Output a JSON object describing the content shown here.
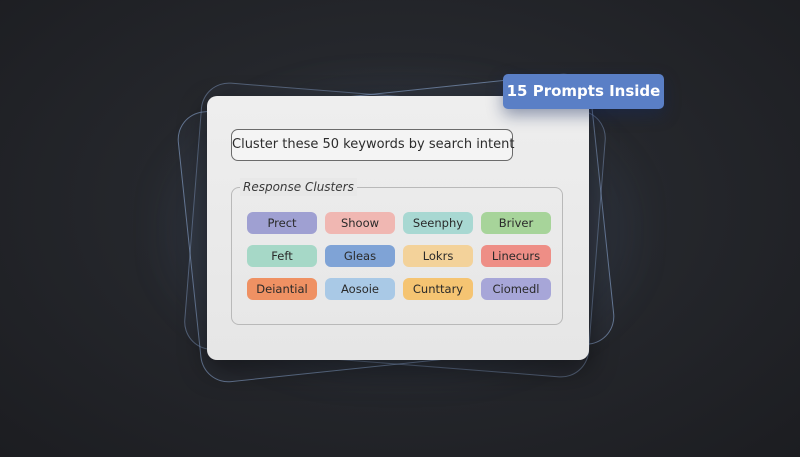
{
  "badge": {
    "label": "15 Prompts Inside",
    "color": "#5a7fc6"
  },
  "prompt": {
    "text": "Cluster these 50 keywords by search intent"
  },
  "clusters": {
    "legend": "Response Clusters",
    "chips": [
      {
        "label": "Prect",
        "color": "#9fa0d2"
      },
      {
        "label": "Shoow",
        "color": "#f0b7b2"
      },
      {
        "label": "Seenphy",
        "color": "#a8d8d2"
      },
      {
        "label": "Briver",
        "color": "#a7d49a"
      },
      {
        "label": "Feft",
        "color": "#a6d8c7"
      },
      {
        "label": "Gleas",
        "color": "#7fa3d6"
      },
      {
        "label": "Lokrs",
        "color": "#f3d29a"
      },
      {
        "label": "Linecurs",
        "color": "#ee8e86"
      },
      {
        "label": "Deiantial",
        "color": "#ef9163"
      },
      {
        "label": "Aosoie",
        "color": "#a9c9e6"
      },
      {
        "label": "Cunttary",
        "color": "#f5c472"
      },
      {
        "label": "Ciomedl",
        "color": "#a7a6d8"
      }
    ]
  }
}
